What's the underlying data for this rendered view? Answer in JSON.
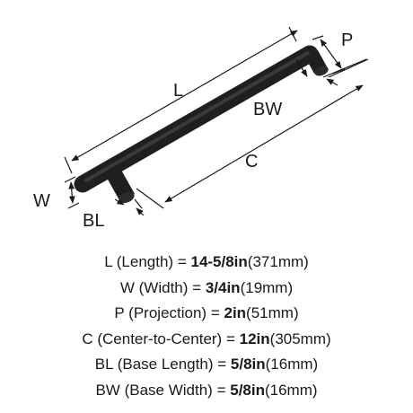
{
  "labels": {
    "L": "L",
    "P": "P",
    "BW": "BW",
    "C": "C",
    "W": "W",
    "BL": "BL"
  },
  "specs": [
    {
      "code": "L",
      "name": "(Length)",
      "eq": "=",
      "value": "14-5/8in",
      "metric": "(371mm)"
    },
    {
      "code": "W",
      "name": "(Width)",
      "eq": "=",
      "value": "3/4in",
      "metric": "(19mm)"
    },
    {
      "code": "P",
      "name": "(Projection)",
      "eq": "=",
      "value": "2in",
      "metric": "(51mm)"
    },
    {
      "code": "C",
      "name": "(Center-to-Center)",
      "eq": "=",
      "value": "12in",
      "metric": "(305mm)"
    },
    {
      "code": "BL",
      "name": "(Base Length)",
      "eq": "=",
      "value": "5/8in",
      "metric": "(16mm)"
    },
    {
      "code": "BW",
      "name": "(Base Width)",
      "eq": "=",
      "value": "5/8in",
      "metric": "(16mm)"
    }
  ],
  "colors": {
    "product": "#1f1f1f",
    "lines": "#1a1a1a",
    "background": "#ffffff"
  }
}
